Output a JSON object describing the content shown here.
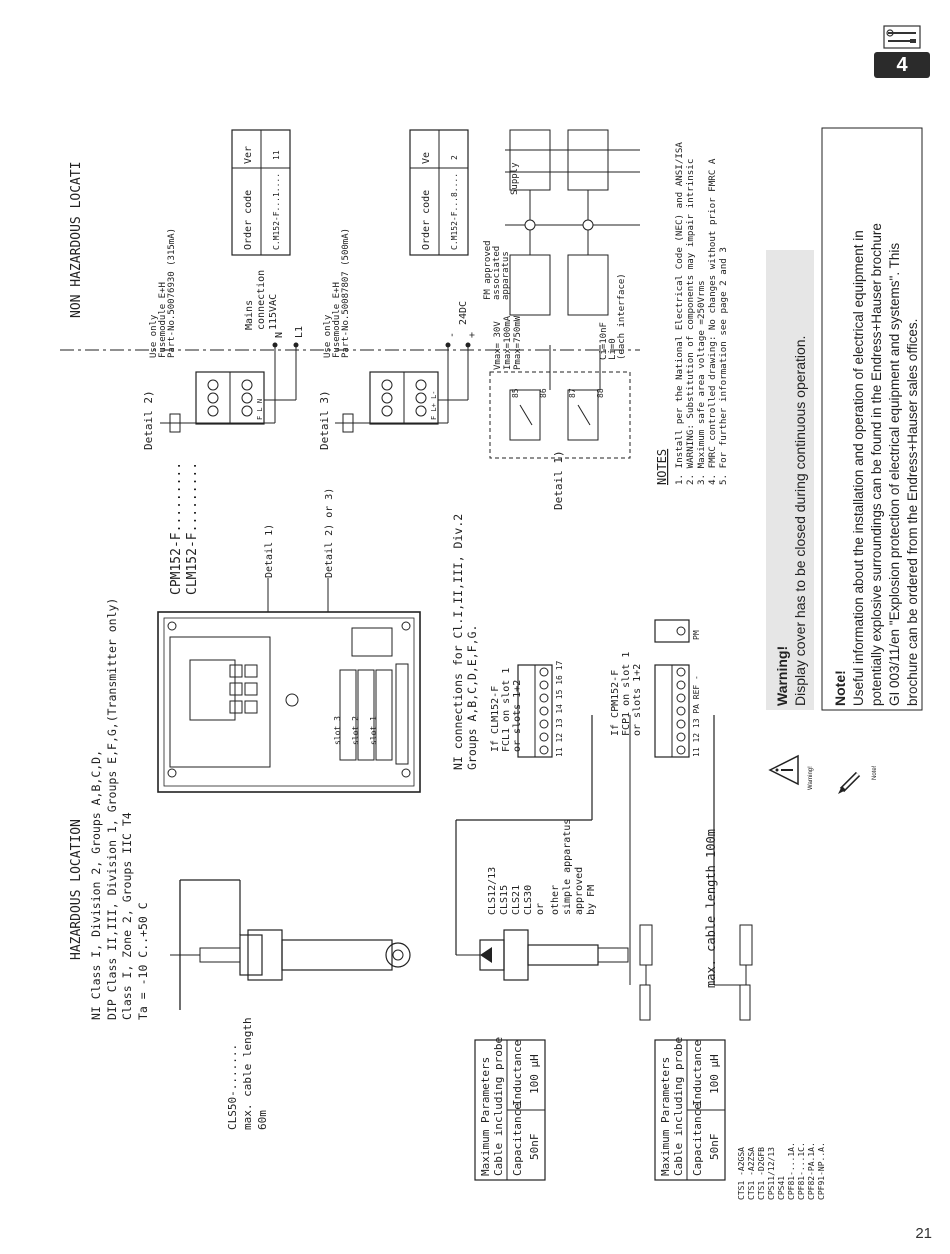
{
  "page_number": "21",
  "chapter_tab": {
    "number": "4",
    "icon": "tools-icon"
  },
  "hazardous": {
    "title": "HAZARDOUS LOCATION",
    "lines": [
      "NI  Class I, Division 2, Groups A,B,C,D,",
      "DIP Class II,III, Division 1, Groups E,F,G,(Transmitter only)",
      "     Class I, Zone 2, Groups IIC T4",
      "Ta = -10 C..+50 C"
    ]
  },
  "non_hazardous": {
    "title": "NON HAZARDOUS LOCATI"
  },
  "transmitter": {
    "labels": [
      "CPM152-F.........",
      "CLM152-F........."
    ],
    "detail1": "Detail 1)",
    "detail23": "Detail 2) or 3)",
    "slots": [
      "slot 1",
      "slot 2",
      "slot 3"
    ]
  },
  "ni_connections": {
    "title": "NI connections for Cl.I,II,III, Div.2",
    "subtitle": "Groups A,B,C,D,E,F,G.",
    "clm_note": [
      "If CLM152-F",
      "FCL1 on slot 1",
      "or slots 1+2"
    ],
    "clm_terminals": "11  12  13  14  15  16  17",
    "cpm_note": [
      "If CPM152-F",
      "FCP1 on slot 1",
      "or slots 1+2"
    ],
    "cpm_terminals": "11  12  13 PA REF  -",
    "pm_terminal": "PM"
  },
  "probes": {
    "cls50": [
      "CLS50-.......",
      "max. cable length",
      "60m"
    ],
    "cls_list": [
      "CLS12/13",
      "CLS15",
      "CLS21",
      "CLS30",
      "or",
      "other",
      "simple apparatus",
      "approved",
      "by FM"
    ],
    "max_cable": "max. cable length 100m",
    "cts_list": [
      "CTS1 -A2GSA",
      "CTS1 -A2ZSA",
      "CTS1 -D2GFB",
      "CPS11/12/13",
      "CPS41",
      "CPF81-...1A.",
      "CPF81-...1C.",
      "CPF82-PA.1A.",
      "CPF91-NP..A."
    ]
  },
  "max_params": {
    "header": [
      "Maximum Parameters",
      "Cable including probe"
    ],
    "col1_head": "Capacitance",
    "col2_head": "Inductance",
    "col1_val": "50nF",
    "col2_val": "100 µH"
  },
  "detail2": {
    "label": "Detail 2)",
    "use_only": [
      "Use only",
      "Fusemodule E+H",
      "Part-No.50076930 (315mA)"
    ],
    "mains": [
      "Mains",
      "connection",
      "115VAC"
    ],
    "terminals": "F  L  N",
    "n_label": "N",
    "l1_label": "L1"
  },
  "detail3": {
    "label": "Detail 3)",
    "use_only": [
      "Use only",
      "Fusemodule E+H",
      "Part-No.50087807 (500mA)"
    ],
    "voltage": "24DC",
    "terminals": "F  L+ L-",
    "minus": "-",
    "plus": "+"
  },
  "order_table_1": {
    "head": [
      "Order code",
      "Ver"
    ],
    "row": [
      "C.M152-F...1....",
      "11"
    ]
  },
  "order_table_2": {
    "head": [
      "Order code",
      "Ve"
    ],
    "row": [
      "C.M152-F...8....",
      "2"
    ]
  },
  "detail1_relay": {
    "label": "Detail 1)",
    "terms": [
      "85",
      "86",
      "87",
      "88"
    ],
    "params": [
      "Vmax= 30V",
      "Imax=100mA",
      "Pmax=750mW"
    ],
    "ci": [
      "Ci=10nF",
      "Li=0",
      "(each interface)"
    ],
    "fm_approved": [
      "FM approved",
      "associated",
      "apparatus"
    ],
    "supply": "Supply"
  },
  "notes": {
    "title": "NOTES",
    "items": [
      "1. Install per the National Electrical Code (NEC) and ANSI/ISA",
      "2. WARNING: Substitution of components may impair intrinsic",
      "3. Maximum safe area voltage =250Vrms",
      "4. FMRC controlled drawing: No changes without prior FMRC A",
      "5. For further information see page 2 and 3"
    ]
  },
  "warning": {
    "icon_label": "Warning!",
    "title": "Warning!",
    "text": "Display cover has to be closed during continuous operation."
  },
  "note": {
    "icon_label": "Note!",
    "title": "Note!",
    "lines": [
      "Useful information about the installation and operation of electrical equipment in",
      "potentially explosive surroundings can be found in the Endress+Hauser brochure",
      "GI 003/11/en \"Explosion protection of electrical equipment and systems\". This",
      "brochure can be ordered from the Endress+Hauser sales offices."
    ]
  }
}
